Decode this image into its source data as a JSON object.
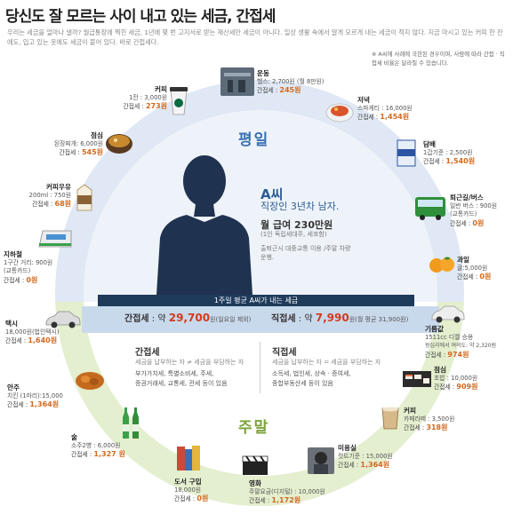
{
  "title": "당신도 잘 모르는 사이 내고 있는 세금, 간접세",
  "intro": "우리는 세금을 얼마나 낼까? 월급통장에 찍힌 세금, 1년에 몇 번 고지서로 받는 재산세만 세금이 아니다. 일상 생활 속에서 알게 모르게 내는 세금이 적지 않다. 지금 마시고 있는 커피 한 잔에도, 입고 있는 옷에도 세금이 붙어 있다. 바로 간접세다.",
  "note": "※ A씨에 사례에 국한된 경우이며, 사람에 따라 간접 · 직접세 비율은 달라질 수 있습니다.",
  "season_top": "평일",
  "season_bottom": "주말",
  "person": {
    "tag": "A씨",
    "sub": "직장인 3년차 남자.",
    "salary": "월 급여 230만원",
    "salary_sub": "(1인 독립세대주, 세포함)",
    "commute": "출퇴근시 대중교통 이용 /주말 차량 운행."
  },
  "weekly_bar": "1주일 평균 A씨가 내는 세금",
  "indirect_total": {
    "label": "간접세",
    "prefix": ": 약",
    "value": "29,700",
    "unit": "원(일요일 제외)"
  },
  "direct_total": {
    "label": "직접세",
    "prefix": ": 약",
    "value": "7,990",
    "unit": "원(월 평균 31,900원)"
  },
  "indirect_def": {
    "title": "간접세",
    "line": "세금을 납부하는 자 ≠ 세금을 부담하는 자",
    "list1": "부가가치세, 특별소비세, 주세,",
    "list2": "증권거래세, 교통세, 관세 등이 있음"
  },
  "direct_def": {
    "title": "직접세",
    "line": "세금을 납부하는 자 = 세금을 부담하는 자",
    "list1": "소득세, 법인세, 상속 · 증여세,",
    "list2": "종합부동산세 등이 있음"
  },
  "items": {
    "exercise": {
      "name": "운동",
      "detail": "헬스: 2,700원 (월 8만원)",
      "tax_label": "간접세 :",
      "amount": "245원"
    },
    "coffee": {
      "name": "커피",
      "detail": "1잔 : 3,000원",
      "tax_label": "간접세 :",
      "amount": "273원"
    },
    "dinner": {
      "name": "저녁",
      "detail": "스파게티 : 16,000원",
      "tax_label": "간접세 :",
      "amount": "1,454원"
    },
    "lunch": {
      "name": "점심",
      "detail": "된장찌개: 6,000원",
      "tax_label": "간접세 :",
      "amount": "545원"
    },
    "cigarette": {
      "name": "담배",
      "detail": "1갑기준 : 2,500원",
      "tax_label": "간접세 :",
      "amount": "1,540원"
    },
    "coffeemilk": {
      "name": "커피우유",
      "detail": "200ml : 750원",
      "tax_label": "간접세 :",
      "amount": "68원"
    },
    "bus": {
      "name": "퇴근길/버스",
      "detail": "일반 버스 : 900원",
      "detail2": "(교통카드)",
      "tax_label": "간접세 :",
      "amount": "0원"
    },
    "subway": {
      "name": "지하철",
      "detail": "1구간 거리: 900원",
      "detail2": "(교통카드)",
      "tax_label": "간접세 :",
      "amount": "0원"
    },
    "fruit": {
      "name": "과일",
      "detail": "귤:5,000원",
      "tax_label": "간접세 :",
      "amount": "0원"
    },
    "taxi": {
      "name": "택시",
      "detail": "18,000원(법인택시)",
      "tax_label": "간접세 :",
      "amount": "1,640원"
    },
    "fuel": {
      "name": "기름값",
      "detail": "1511cc 디젤 승용",
      "detail2": "왕십리에서 여의도: 약 2,320원",
      "tax_label": "간접세 :",
      "amount": "974원"
    },
    "snack": {
      "name": "안주",
      "detail": "치킨 (1마리):15,000",
      "tax_label": "간접세 :",
      "amount": "1,364원"
    },
    "lunch2": {
      "name": "점심",
      "detail": "초밥 : 10,000원",
      "tax_label": "간접세 :",
      "amount": "909원"
    },
    "coffee2": {
      "name": "커피",
      "detail": "카페라떼 : 3,500원",
      "tax_label": "간접세 :",
      "amount": "318원"
    },
    "liquor": {
      "name": "술",
      "detail": "소주2병 : 6,000원",
      "tax_label": "간접세 :",
      "amount": "1,327 원"
    },
    "salon": {
      "name": "미용실",
      "detail": "컷트기준 : 15,000원",
      "tax_label": "간접세 :",
      "amount": "1,364원"
    },
    "books": {
      "name": "도서 구입",
      "detail": "18,000원",
      "tax_label": "간접세 :",
      "amount": "0원"
    },
    "movie": {
      "name": "영화",
      "detail": "주말요금(디지털) : 10,000원",
      "tax_label": "간접세 :",
      "amount": "1,172원"
    }
  },
  "colors": {
    "weekday_ring": "#dfe8f4",
    "weekend_ring": "#e4efcf",
    "weekday_label": "#3a6fb0",
    "weekend_label": "#7aa23a",
    "amount": "#d2691e",
    "total_value": "#d23b1e",
    "bar": "#1f3b5c"
  },
  "icons": [
    "exercise-photo-icon",
    "coffee-cup-icon",
    "pasta-icon",
    "stew-bowl-icon",
    "cigarette-pack-icon",
    "milk-carton-icon",
    "bus-icon",
    "subway-train-icon",
    "tangerine-icon",
    "taxi-car-icon",
    "sedan-car-icon",
    "chicken-icon",
    "sushi-icon",
    "latte-icon",
    "soju-bottle-icon",
    "hair-salon-icon",
    "books-icon",
    "film-clapper-icon",
    "person-silhouette-icon"
  ]
}
